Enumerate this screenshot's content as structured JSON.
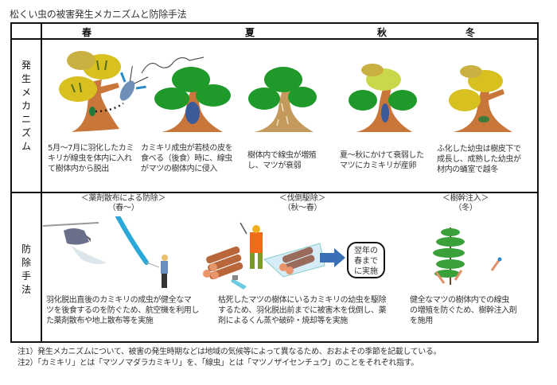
{
  "title": "松くい虫の被害発生メカニズムと防除手法",
  "header": {
    "seasons": [
      "春",
      "夏",
      "秋",
      "冬"
    ]
  },
  "rows": {
    "mechanism": {
      "label": "発生メカニズム",
      "label_chars": [
        "発",
        "生",
        "メ",
        "カ",
        "ニ",
        "ズ",
        "ム"
      ],
      "stages": [
        {
          "icon": "pine-tree-beetle-emerging-icon",
          "lines": [
            "5月～7月に羽化したカミ",
            "キリが線虫を体内に入れ",
            "て樹体内から脱出"
          ]
        },
        {
          "icon": "pine-tree-beetle-feeding-icon",
          "lines": [
            "カミキリ成虫が若枝の皮を",
            "食べる（後食）時に、線虫",
            "がマツの樹体内に侵入"
          ]
        },
        {
          "icon": "pine-tree-nematode-icon",
          "lines": [
            "樹体内で線虫が増殖",
            "し、マツが衰弱"
          ]
        },
        {
          "icon": "pine-tree-egg-laying-icon",
          "lines": [
            "夏～秋にかけて衰弱した",
            "マツにカミキリが産卵"
          ]
        },
        {
          "icon": "pine-tree-larva-overwinter-icon",
          "lines": [
            "ふ化した幼虫は樹皮下で",
            "成長し、成熟した幼虫が",
            "材内の蛹室で越冬"
          ]
        }
      ]
    },
    "control": {
      "label": "防除手法",
      "label_chars": [
        "防",
        "除",
        "手",
        "法"
      ],
      "methods": [
        {
          "title": "＜薬剤散布による防除＞",
          "period": "（春～）",
          "icon": "helicopter-spraying-icon",
          "lines": [
            "羽化脱出直後のカミキリの成虫が健全なマ",
            "ツを後食するのを防ぐため、航空機を利用し",
            "た薬剤散布や地上散布等を実施"
          ]
        },
        {
          "title": "＜伐倒駆除＞",
          "period": "（秋～春）",
          "icon": "logs-chainsaw-icon",
          "lines": [
            "枯死したマツの樹体にいるカミキリの幼虫を駆除",
            "するため、羽化脱出前までに被害木を伐倒し、薬",
            "剤によるくん蒸や破砕・焼却等を実施"
          ],
          "next_box": [
            "翌年の",
            "春まで",
            "に実施"
          ]
        },
        {
          "title": "＜樹幹注入＞",
          "period": "（冬）",
          "icon": "tree-injection-icon",
          "lines": [
            "健全なマツの樹体内での線虫",
            "の増殖を防ぐため、樹幹注入剤",
            "を施用"
          ]
        }
      ]
    }
  },
  "notes": [
    "注1）発生メカニズムについて、被害の発生時期などは地域の気候等によって異なるため、おおよその季節を記載している。",
    "注2）「カミキリ」とは「マツノマダラカミキリ」を、「線虫」とは「マツノザイセンチュウ」のことをそれぞれ指す。"
  ],
  "colors": {
    "trunk": "#c8763a",
    "trunk_weak": "#c49a5c",
    "foliage_green": "#1f9a2a",
    "foliage_yellow": "#d8c021",
    "foliage_brown": "#b8a055",
    "spray_blue": "#2aa8d8",
    "arrow_blue": "#3a6fb8",
    "log": "#c06a3a",
    "border": "#111111"
  }
}
